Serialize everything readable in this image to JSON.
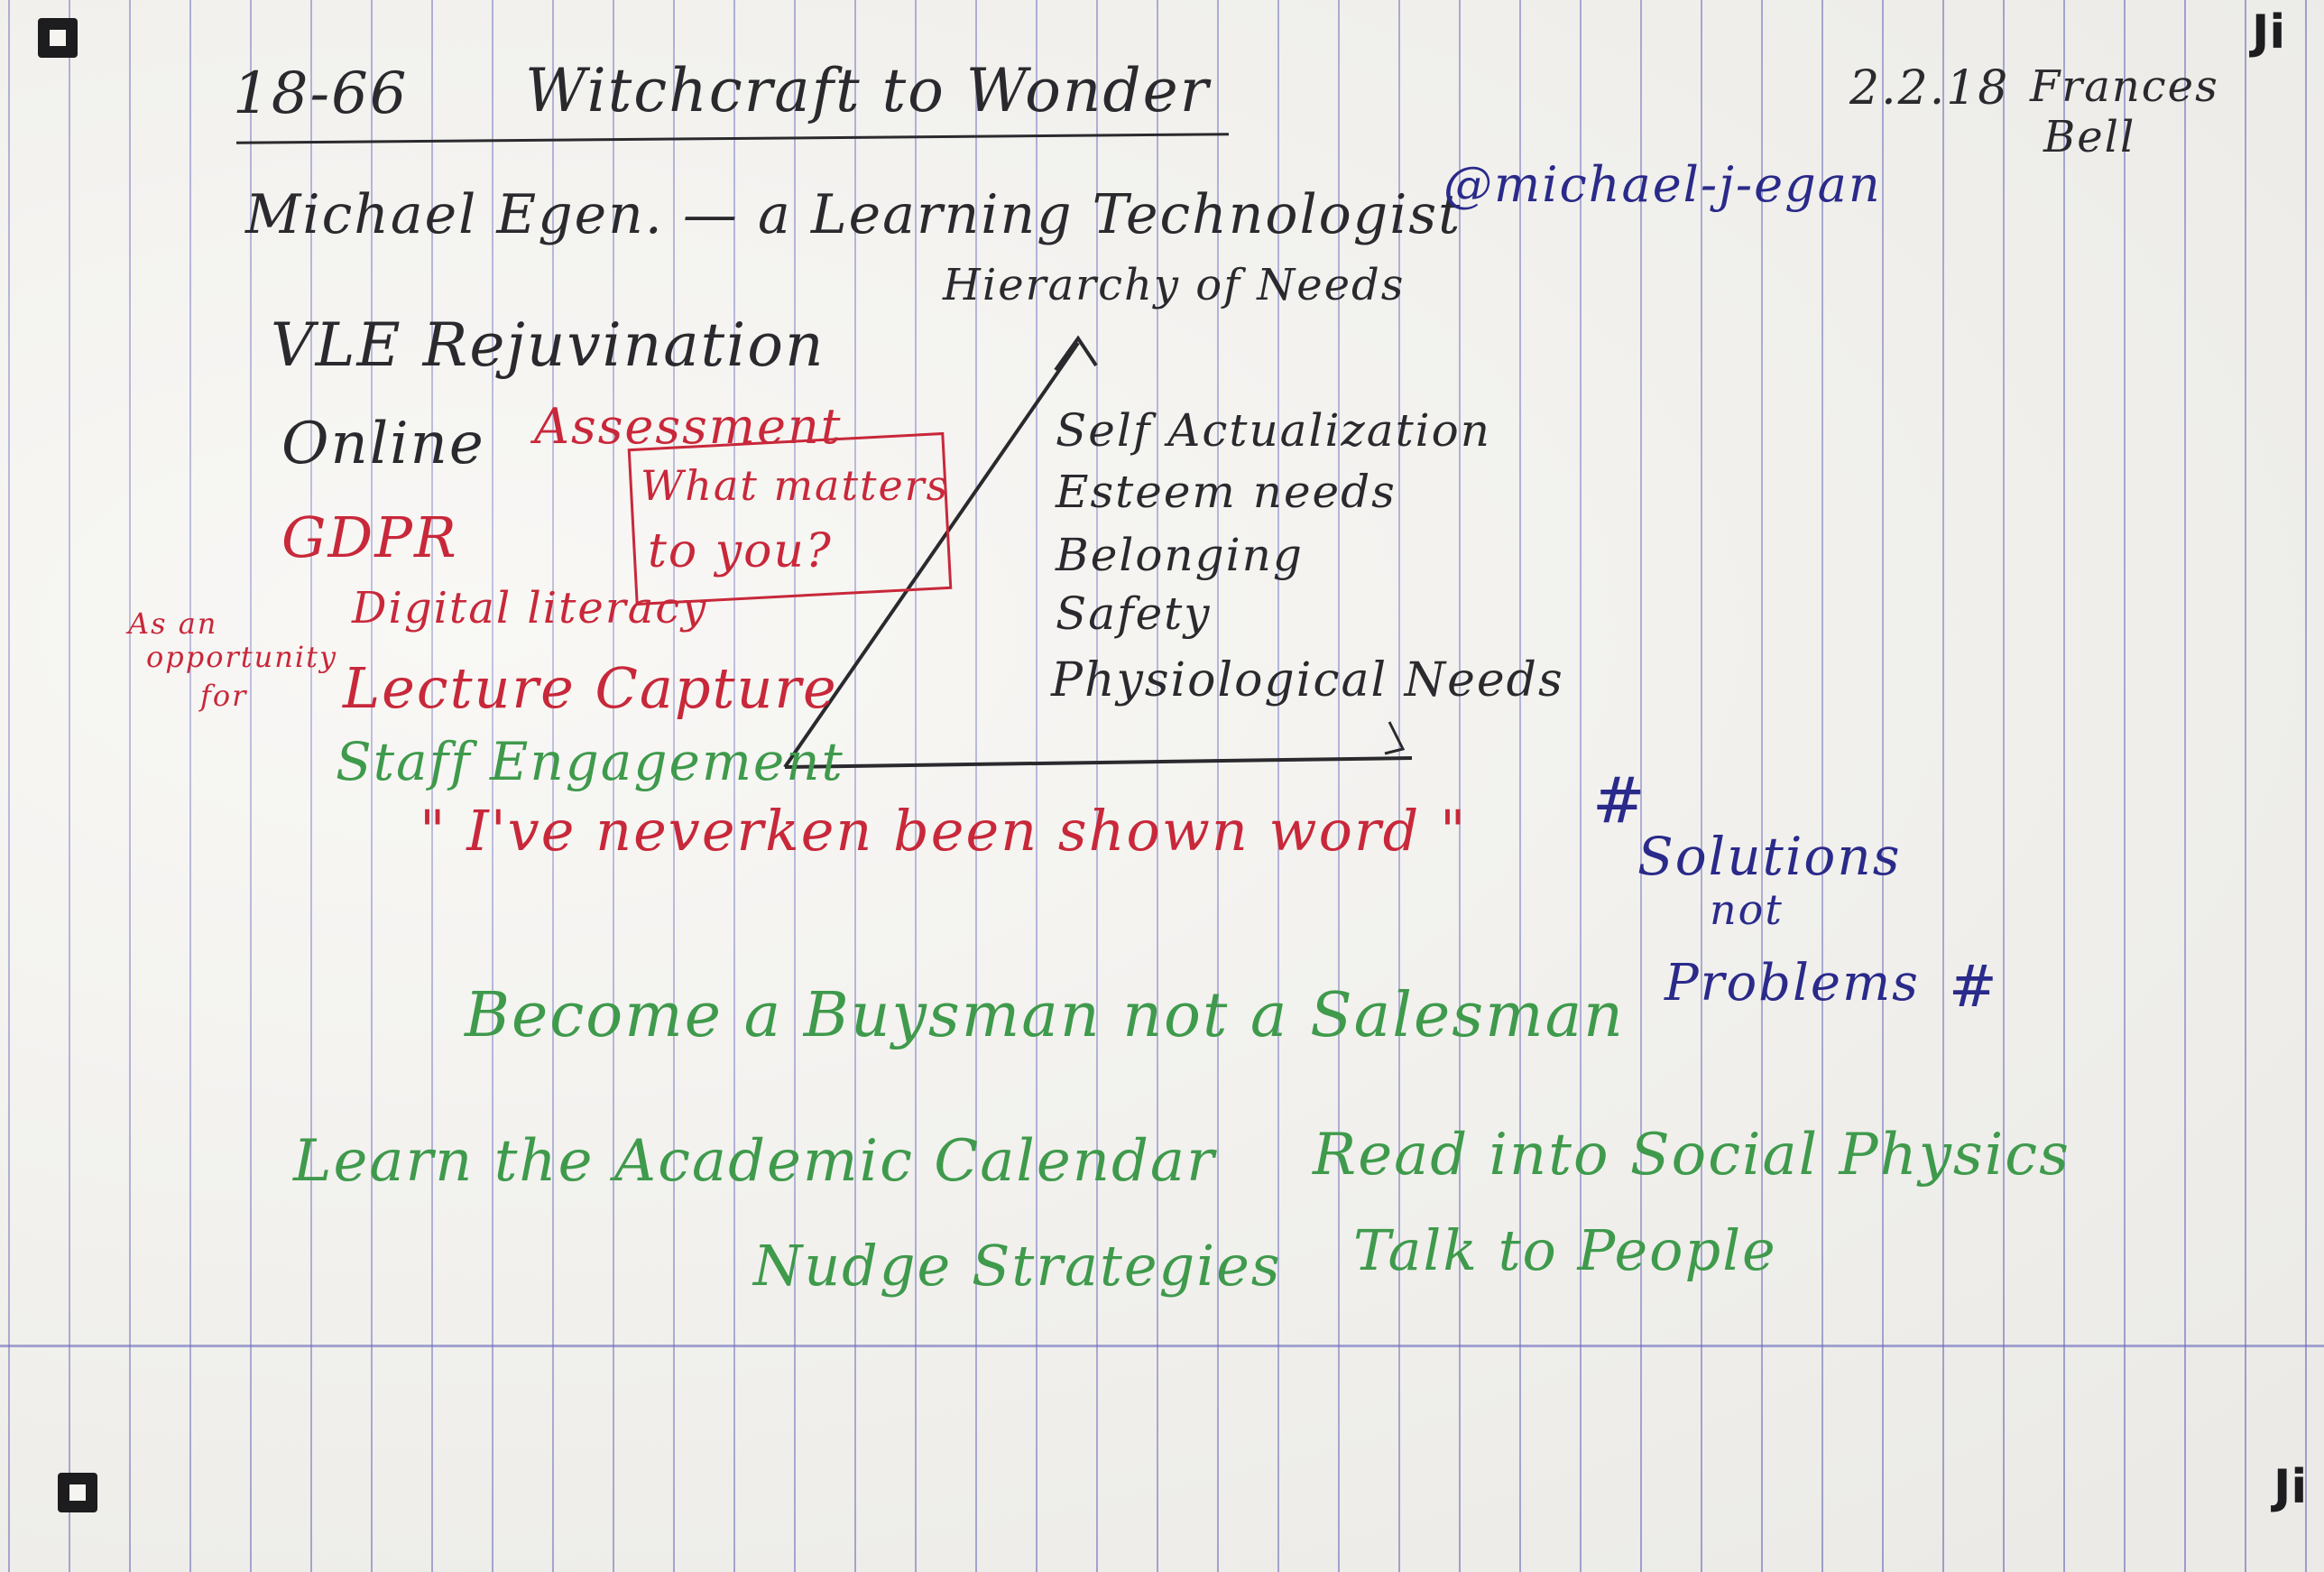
{
  "notes": {
    "header": {
      "session": "18-66",
      "title": "Witchcraft to Wonder",
      "date": "2.2.18",
      "author_line1": "Frances",
      "author_line2": "Bell"
    },
    "speaker": "Michael Egen. — a Learning Technologist",
    "handle": "@michael-j-egan",
    "topics": [
      {
        "text": "VLE Rejuvination",
        "color": "black"
      },
      {
        "text": "Online",
        "color": "black"
      },
      {
        "text": "Assessment",
        "color": "red"
      },
      {
        "text": "GDPR",
        "color": "red"
      },
      {
        "text": "Digital literacy",
        "color": "red"
      },
      {
        "text": "Lecture Capture",
        "color": "red"
      },
      {
        "text": "Staff Engagement",
        "color": "green"
      }
    ],
    "side_note": [
      "As an",
      "opportunity",
      "for"
    ],
    "boxed_question": [
      "What matters",
      "to you?"
    ],
    "pyramid": {
      "title": "Hierarchy of Needs",
      "levels": [
        "Self Actualization",
        "Esteem needs",
        "Belonging",
        "Safety",
        "Physiological Needs"
      ]
    },
    "quote": "\" I've neverken been shown word \"",
    "solutions": {
      "hash_open": "#",
      "line1": "Solutions",
      "line2": "not",
      "line3": "Problems",
      "hash_close": "#"
    },
    "advice": [
      "Become a Buysman not a Salesman",
      "Learn the Academic Calendar",
      "Read into Social Physics",
      "Nudge Strategies",
      "Talk to People"
    ]
  },
  "colors": {
    "ink_black": "#2a2a2e",
    "ink_blue": "#2a2a8a",
    "ink_red": "#c8283a",
    "ink_green": "#3f9a4c",
    "rule_line": "#6e6ebe"
  }
}
